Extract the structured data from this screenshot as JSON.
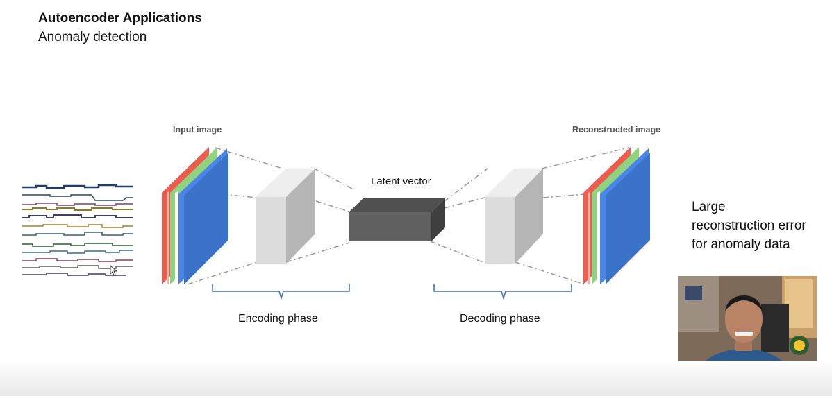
{
  "slide": {
    "title": "Autoencoder Applications",
    "subtitle": "Anomaly detection"
  },
  "diagram": {
    "input_label": "Input image",
    "output_label": "Reconstructed image",
    "latent_label": "Latent vector",
    "encoding_label": "Encoding phase",
    "decoding_label": "Decoding phase",
    "channel_colors": [
      "#ee5b4f",
      "#f2b0a4",
      "#8fd37e",
      "#ffffff",
      "#4a86e8",
      "#3b73c9"
    ],
    "block_colors": {
      "light_front": "#dedede",
      "light_side": "#b9b9b9",
      "dark_front": "#616161",
      "dark_top": "#505050",
      "dark_side": "#3f3f3f"
    },
    "bracket_color": "#3d6fb6"
  },
  "note": {
    "text": "Large reconstruction error for anomaly data"
  },
  "webcam": {
    "description_icon": "presenter-video-icon"
  }
}
